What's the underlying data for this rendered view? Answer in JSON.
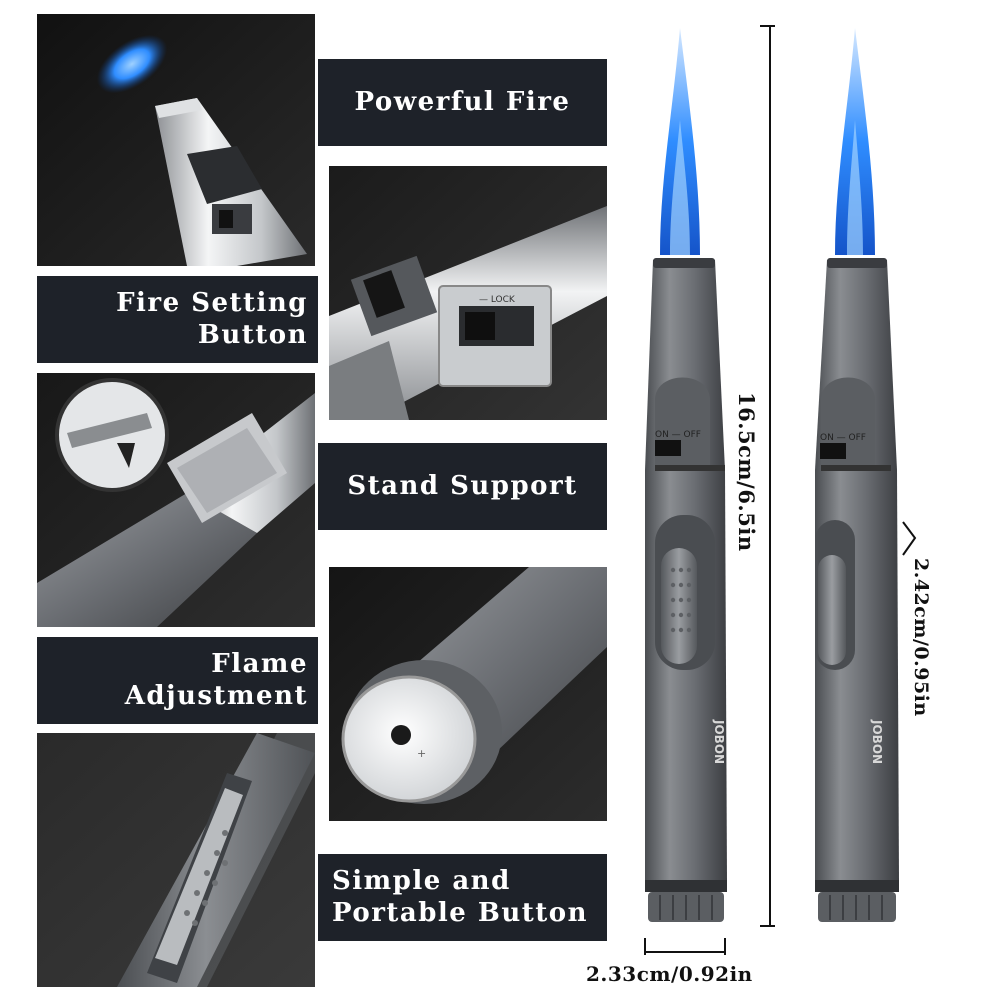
{
  "features": {
    "powerful_fire": "Powerful Fire",
    "fire_setting_line1": "Fire Setting",
    "fire_setting_line2": "Button",
    "stand_support": "Stand Support",
    "flame_adjust_line1": "Flame",
    "flame_adjust_line2": "Adjustment",
    "portable_line1": "Simple and",
    "portable_line2": "Portable Button"
  },
  "dimensions": {
    "length": "16.5cm/6.5in",
    "width": "2.33cm/0.92in",
    "depth": "2.42cm/0.95in"
  },
  "product_markings": {
    "switch_label": "ON — OFF",
    "switch_label_closeup": "— LOCK",
    "brand": "JOBON"
  },
  "colors": {
    "label_bg": "#1e2229",
    "flame_blue": "#2f8dff",
    "body_gray": "#6b6e73",
    "chrome": "#e6e8ea"
  }
}
